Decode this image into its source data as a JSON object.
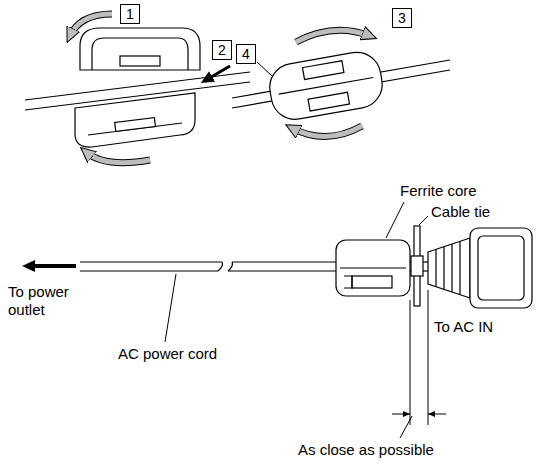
{
  "diagram": {
    "nodes": [
      {
        "text": [
          "1"
        ]
      },
      {
        "text": [
          "2"
        ]
      },
      {
        "text": [
          "3"
        ]
      },
      {
        "text": [
          "4"
        ]
      }
    ],
    "labels": [
      "Ferrite core",
      "Cable tie",
      "To power outlet",
      "AC power cord",
      "To AC IN",
      "As close as possible"
    ]
  }
}
